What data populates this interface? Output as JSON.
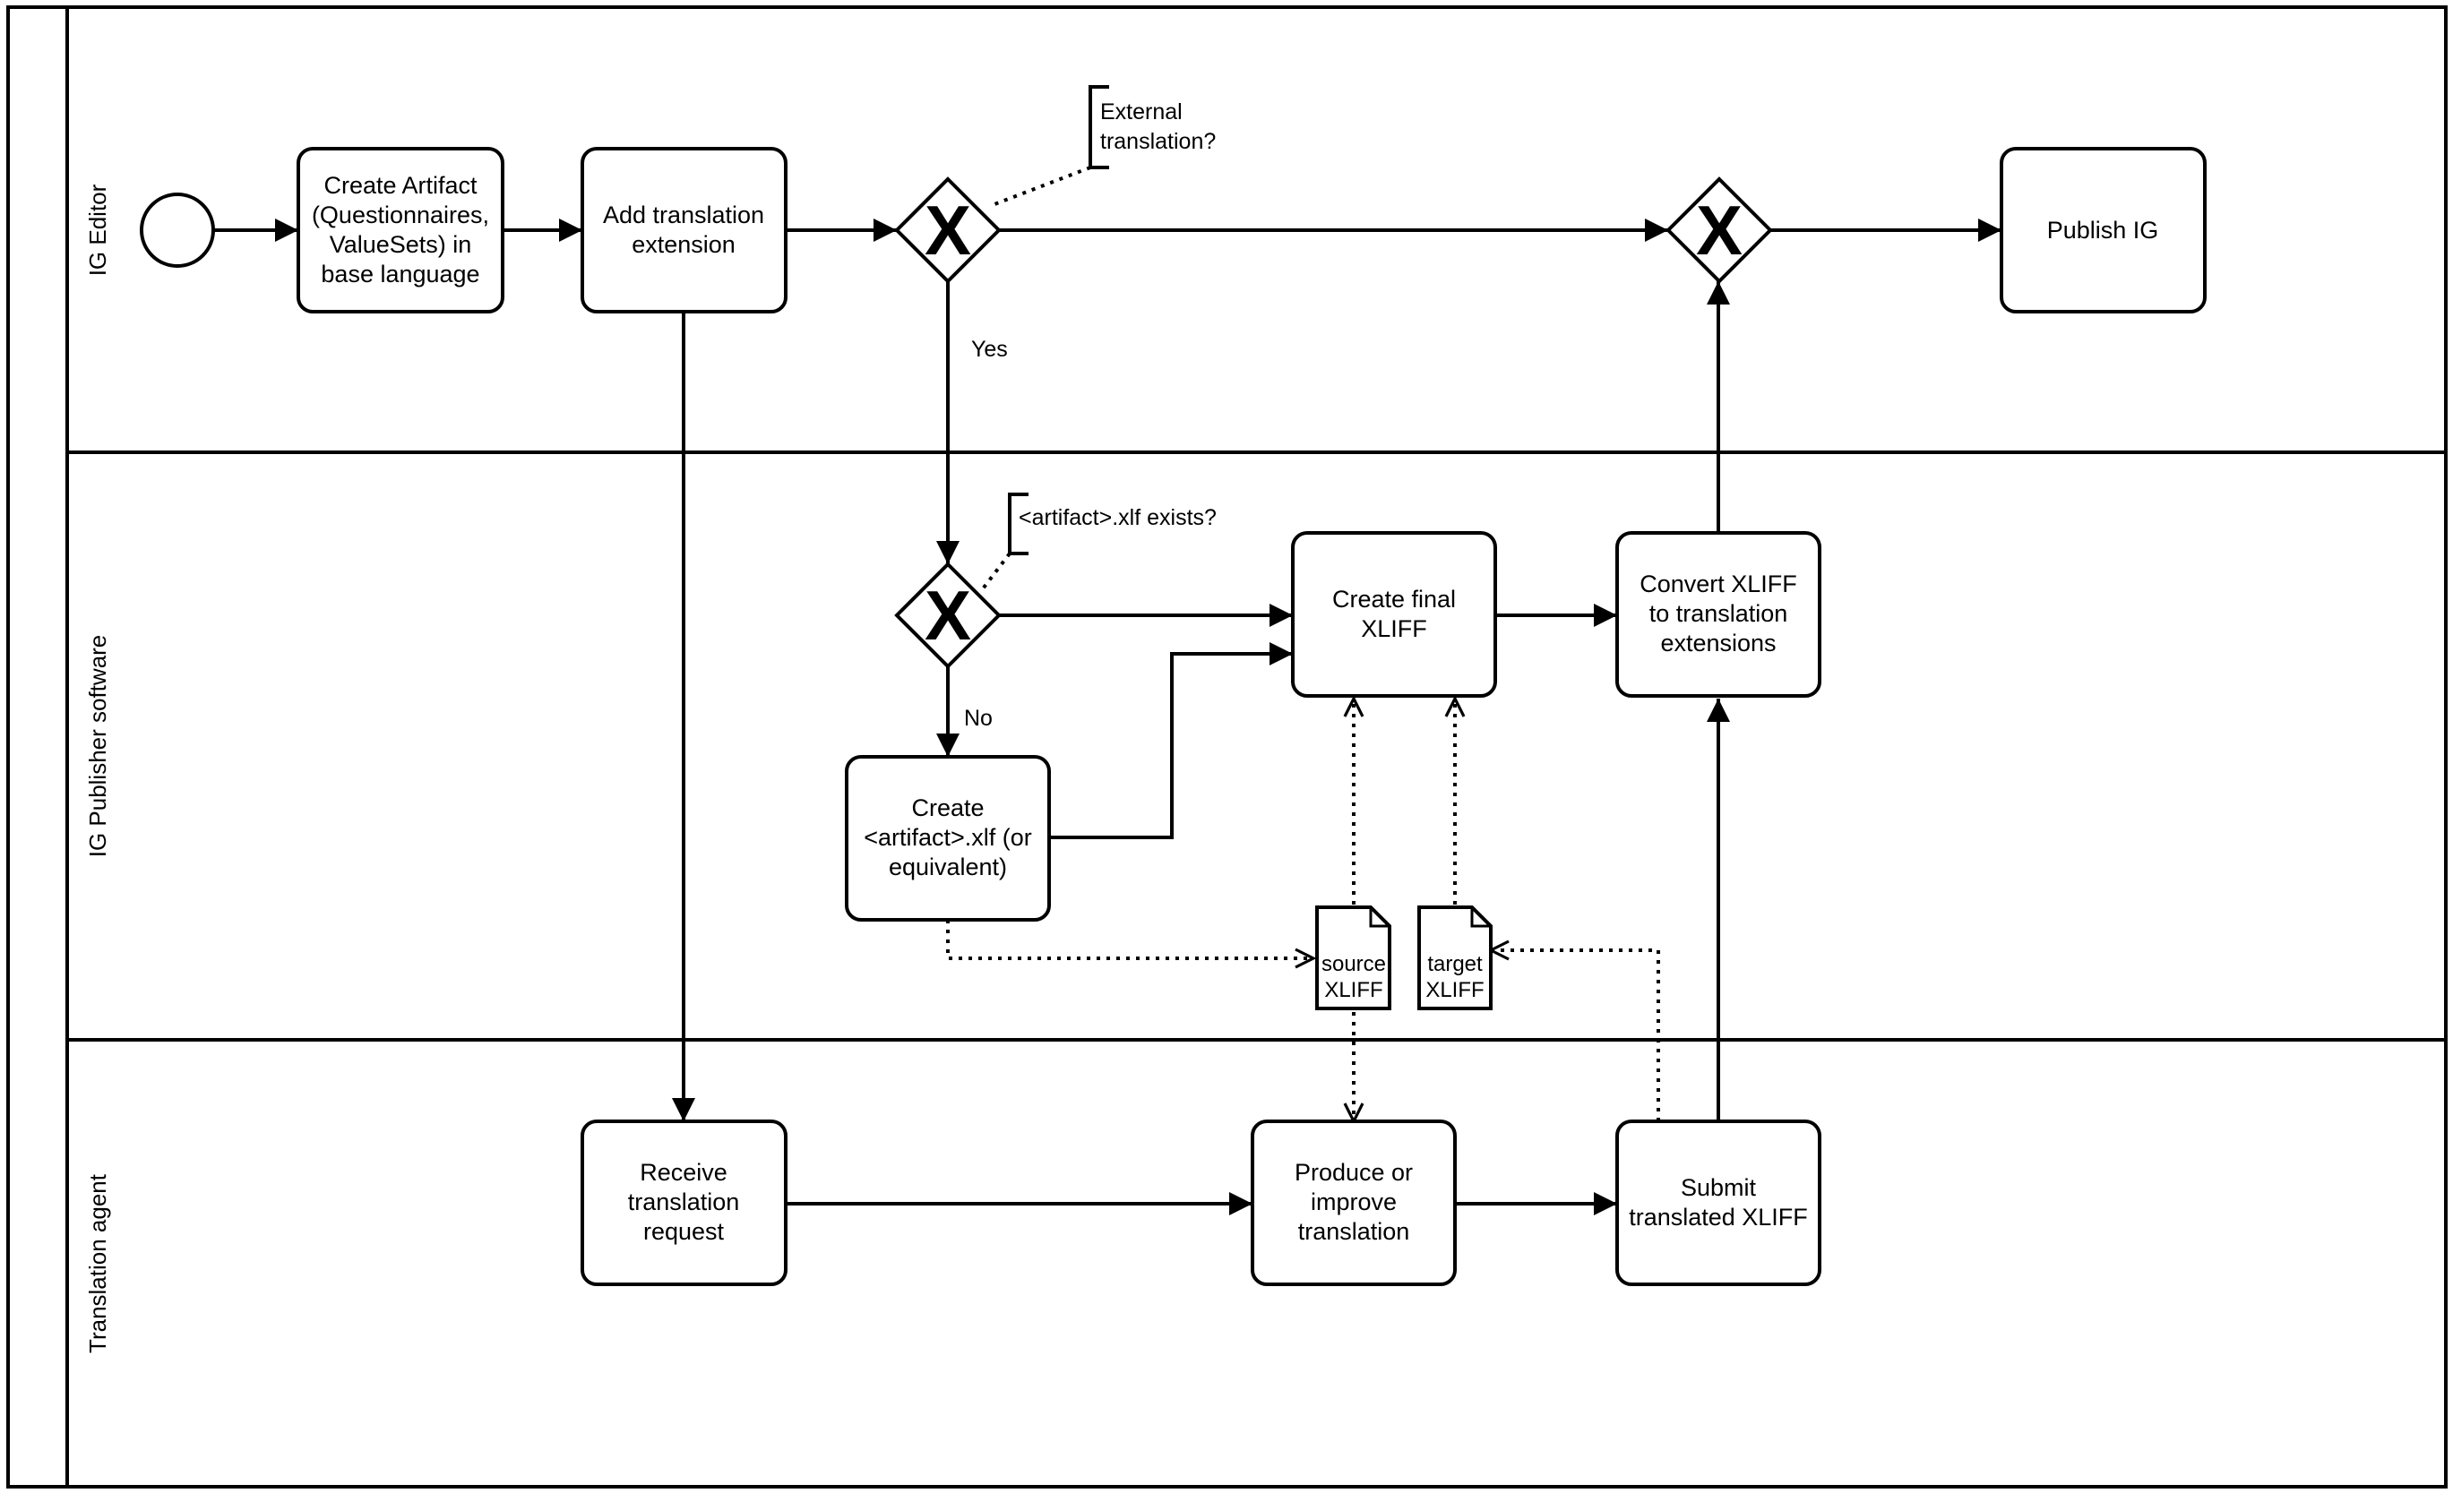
{
  "lanes": {
    "editor": "IG Editor",
    "publisher": "IG Publisher software",
    "agent": "Translation agent"
  },
  "tasks": {
    "create_artifact": [
      "Create Artifact",
      "(Questionnaires,",
      "ValueSets) in",
      "base language"
    ],
    "add_translation": [
      "Add translation",
      "extension"
    ],
    "publish": [
      "Publish IG"
    ],
    "create_final": [
      "Create final",
      "XLIFF"
    ],
    "convert": [
      "Convert XLIFF",
      "to translation",
      "extensions"
    ],
    "create_xlf": [
      "Create",
      "<artifact>.xlf (or",
      "equivalent)"
    ],
    "receive": [
      "Receive",
      "translation",
      "request"
    ],
    "produce": [
      "Produce or",
      "improve",
      "translation"
    ],
    "submit": [
      "Submit",
      "translated XLIFF"
    ]
  },
  "gateways": {
    "marker": "X"
  },
  "annotations": {
    "external": [
      "External",
      "translation?"
    ],
    "exists": [
      "<artifact>.xlf exists?"
    ]
  },
  "labels": {
    "yes": "Yes",
    "no": "No"
  },
  "documents": {
    "source": [
      "source",
      "XLIFF"
    ],
    "target": [
      "target",
      "XLIFF"
    ]
  }
}
